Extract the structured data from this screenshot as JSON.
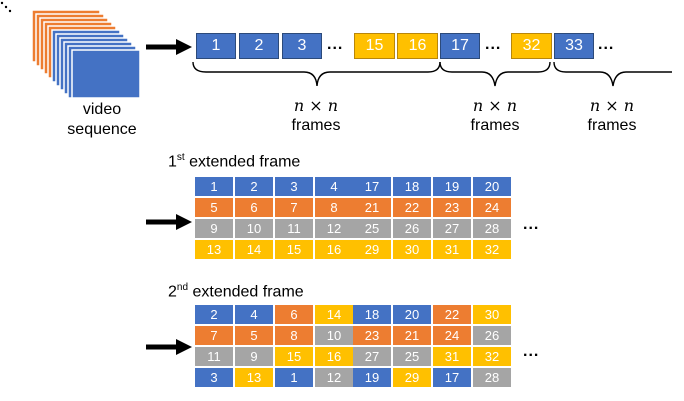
{
  "colors": {
    "blue": "#4472c4",
    "orange": "#ed7d31",
    "gray": "#a5a5a5",
    "yellow": "#ffc000"
  },
  "video_label_line1": "video",
  "video_label_line2": "sequence",
  "sequence_frames": [
    {
      "label": "1",
      "color": "blue"
    },
    {
      "label": "2",
      "color": "blue"
    },
    {
      "label": "3",
      "color": "blue"
    },
    {
      "label": "15",
      "color": "yellow"
    },
    {
      "label": "16",
      "color": "yellow"
    },
    {
      "label": "17",
      "color": "blue"
    },
    {
      "label": "32",
      "color": "yellow"
    },
    {
      "label": "33",
      "color": "blue"
    }
  ],
  "ellipsis": "...",
  "group_formula": "n × n",
  "group_word": "frames",
  "frame1": {
    "ordinal": "1",
    "sup": "st",
    "title": "extended frame",
    "left": [
      [
        [
          "1",
          "blue"
        ],
        [
          "2",
          "blue"
        ],
        [
          "3",
          "blue"
        ],
        [
          "4",
          "blue"
        ]
      ],
      [
        [
          "5",
          "orange"
        ],
        [
          "6",
          "orange"
        ],
        [
          "7",
          "orange"
        ],
        [
          "8",
          "orange"
        ]
      ],
      [
        [
          "9",
          "gray"
        ],
        [
          "10",
          "gray"
        ],
        [
          "11",
          "gray"
        ],
        [
          "12",
          "gray"
        ]
      ],
      [
        [
          "13",
          "yellow"
        ],
        [
          "14",
          "yellow"
        ],
        [
          "15",
          "yellow"
        ],
        [
          "16",
          "yellow"
        ]
      ]
    ],
    "right": [
      [
        [
          "17",
          "blue"
        ],
        [
          "18",
          "blue"
        ],
        [
          "19",
          "blue"
        ],
        [
          "20",
          "blue"
        ]
      ],
      [
        [
          "21",
          "orange"
        ],
        [
          "22",
          "orange"
        ],
        [
          "23",
          "orange"
        ],
        [
          "24",
          "orange"
        ]
      ],
      [
        [
          "25",
          "gray"
        ],
        [
          "26",
          "gray"
        ],
        [
          "27",
          "gray"
        ],
        [
          "28",
          "gray"
        ]
      ],
      [
        [
          "29",
          "yellow"
        ],
        [
          "30",
          "yellow"
        ],
        [
          "31",
          "yellow"
        ],
        [
          "32",
          "yellow"
        ]
      ]
    ]
  },
  "frame2": {
    "ordinal": "2",
    "sup": "nd",
    "title": "extended frame",
    "left": [
      [
        [
          "2",
          "blue"
        ],
        [
          "4",
          "blue"
        ],
        [
          "6",
          "orange"
        ],
        [
          "14",
          "yellow"
        ]
      ],
      [
        [
          "7",
          "orange"
        ],
        [
          "5",
          "orange"
        ],
        [
          "8",
          "orange"
        ],
        [
          "10",
          "gray"
        ]
      ],
      [
        [
          "11",
          "gray"
        ],
        [
          "9",
          "gray"
        ],
        [
          "15",
          "yellow"
        ],
        [
          "16",
          "yellow"
        ]
      ],
      [
        [
          "3",
          "blue"
        ],
        [
          "13",
          "yellow"
        ],
        [
          "1",
          "blue"
        ],
        [
          "12",
          "gray"
        ]
      ]
    ],
    "right": [
      [
        [
          "18",
          "blue"
        ],
        [
          "20",
          "blue"
        ],
        [
          "22",
          "orange"
        ],
        [
          "30",
          "yellow"
        ]
      ],
      [
        [
          "23",
          "orange"
        ],
        [
          "21",
          "orange"
        ],
        [
          "24",
          "orange"
        ],
        [
          "26",
          "gray"
        ]
      ],
      [
        [
          "27",
          "gray"
        ],
        [
          "25",
          "gray"
        ],
        [
          "31",
          "yellow"
        ],
        [
          "32",
          "yellow"
        ]
      ],
      [
        [
          "19",
          "blue"
        ],
        [
          "29",
          "yellow"
        ],
        [
          "17",
          "blue"
        ],
        [
          "28",
          "gray"
        ]
      ]
    ]
  }
}
